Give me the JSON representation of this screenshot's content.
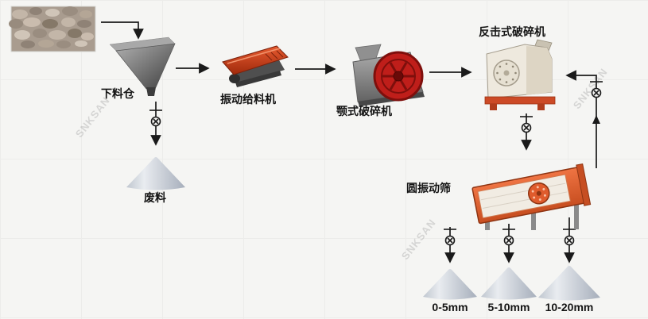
{
  "watermark": "SNKSAN",
  "labels": {
    "hopper": "下料仓",
    "feeder": "振动给料机",
    "jaw_crusher": "颚式破碎机",
    "impact_crusher": "反击式破碎机",
    "screen": "圆振动筛",
    "waste": "废料",
    "product_1": "0-5mm",
    "product_2": "5-10mm",
    "product_3": "10-20mm"
  },
  "flow": [
    "raw-material → hopper",
    "hopper → waste-pile",
    "hopper → vibrating-feeder",
    "vibrating-feeder → jaw-crusher",
    "jaw-crusher → impact-crusher",
    "impact-crusher → vibrating-screen",
    "vibrating-screen → impact-crusher (oversize return)",
    "vibrating-screen → 0-5mm pile",
    "vibrating-screen → 5-10mm pile",
    "vibrating-screen → 10-20mm pile"
  ],
  "colors": {
    "background": "#f5f5f3",
    "grid_line": "#ececea",
    "arrow": "#1a1a1a",
    "label_text": "#141414",
    "machine_orange": "#d6532a",
    "flywheel_red": "#bf1e1a",
    "impact_body_beige": "#eee9de",
    "cone_gray": "#c5ccd6",
    "hopper_gray": "#6e6e6e"
  }
}
